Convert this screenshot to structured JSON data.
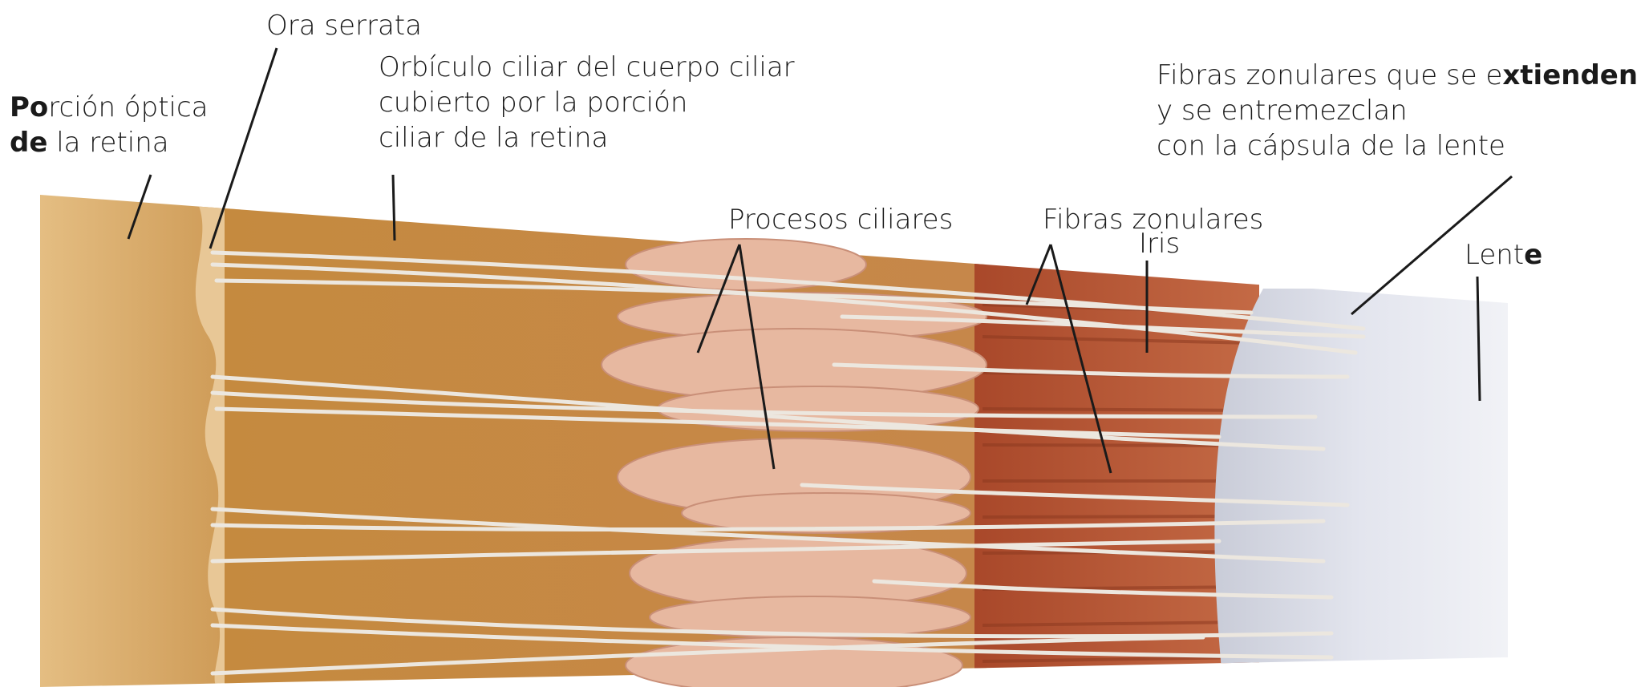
{
  "labels": {
    "optic_bold": "Po",
    "optic_line1": "rción óptica",
    "optic_bold2": "de",
    "optic_line2": " la retina",
    "ora": "Ora serrata",
    "orbic_1": "Orbículo ciliar del cuerpo ciliar",
    "orbic_2": "cubierto por la porción",
    "orbic_3": "ciliar de la retina",
    "processes": "Procesos ciliares",
    "zonular": "Fibras zonulares",
    "iris": "Iris",
    "zonular_ext_1a": "Fibras zonulares que se e",
    "zonular_ext_1b": "xtienden",
    "zonular_ext_2": "y se entremezclan",
    "zonular_ext_3": "con la cápsula de la lente",
    "lens_a": "Lent",
    "lens_b": "e"
  },
  "colors": {
    "retina": "#d7a867",
    "orbiculus": "#c5893f",
    "processes": "#e7b79f",
    "iris": "#b5552e",
    "fiber": "#e9e4dc",
    "lens": "#d9dde7",
    "leader": "#1a1a1a"
  }
}
